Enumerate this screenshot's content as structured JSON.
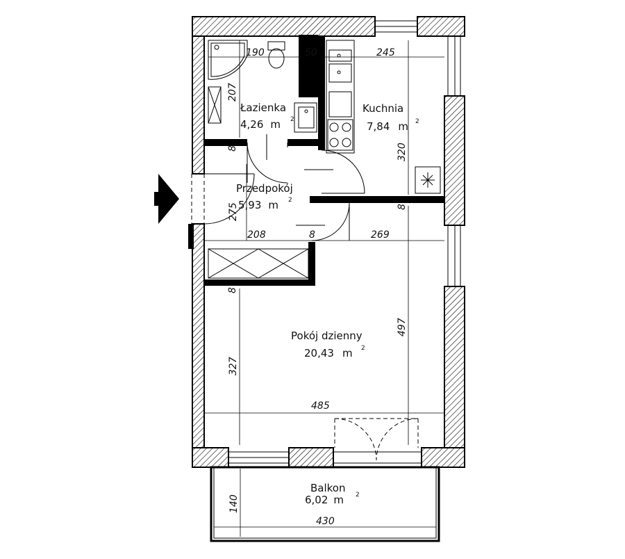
{
  "rooms": {
    "bathroom": {
      "name": "Łazienka",
      "area": "4,26",
      "unit": "m",
      "exp": "2"
    },
    "kitchen": {
      "name": "Kuchnia",
      "area": "7,84",
      "unit": "m",
      "exp": "2"
    },
    "hall": {
      "name": "Przedpokój",
      "area": "5,93",
      "unit": "m",
      "exp": "2"
    },
    "living": {
      "name": "Pokój dzienny",
      "area": "20,43",
      "unit": "m",
      "exp": "2"
    },
    "balcony": {
      "name": "Balkon",
      "area": "6,02",
      "unit": "m",
      "exp": "2"
    }
  },
  "dimensions": {
    "bath_width": "190",
    "bath_height": "207",
    "wall_50": "50",
    "kitchen_width": "245",
    "kitchen_height": "320",
    "wall_8a": "8",
    "wall_8b": "8",
    "wall_8c": "8",
    "wall_8d": "8",
    "hall_height": "275",
    "closet_width": "208",
    "living_top_width": "269",
    "living_height": "497",
    "living_left_height": "327",
    "living_width": "485",
    "balcony_depth": "140",
    "balcony_width": "430"
  }
}
